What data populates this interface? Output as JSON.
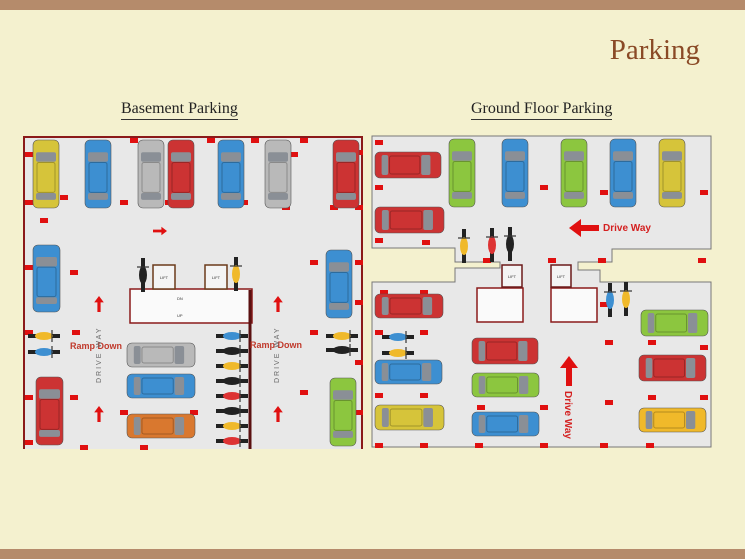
{
  "title": "Parking",
  "basement": {
    "heading": "Basement Parking",
    "ramp_left": "Ramp Down",
    "ramp_right": "Ramp Down",
    "drive_way": "DRIVE WAY",
    "lift": "LIFT",
    "stair_dn": "DN",
    "stair_up": "UP"
  },
  "ground": {
    "heading": "Ground Floor Parking",
    "drive_way_top": "Drive Way",
    "drive_way_vertical": "Drive Way",
    "lift": "LIFT"
  },
  "colors": {
    "background": "#f4f1cf",
    "frame": "#b58b6b",
    "title": "#8a4a26",
    "floor": "#e8e8e8",
    "wall": "#8b1a1a",
    "marker": "#e01010",
    "cars": [
      "#d6c43a",
      "#3d8fd1",
      "#b9b9b9",
      "#cc3333",
      "#8cc63f",
      "#d9782f",
      "#f0b92a"
    ]
  }
}
